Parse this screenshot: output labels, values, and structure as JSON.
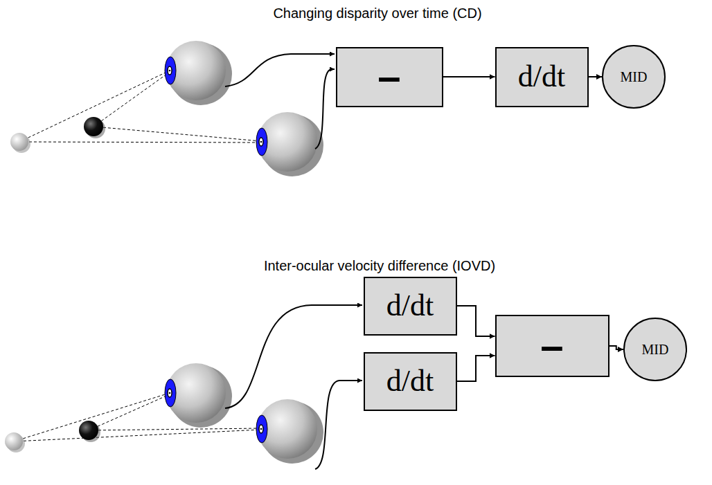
{
  "diagram": {
    "nodes": [
      {
        "text": [
          "–"
        ]
      },
      {
        "text": [
          "d/dt"
        ]
      },
      {
        "text": [
          "MID"
        ]
      },
      {
        "text": [
          "d/dt"
        ]
      },
      {
        "text": [
          "d/dt"
        ]
      },
      {
        "text": [
          "–"
        ]
      },
      {
        "text": [
          "MID"
        ]
      }
    ],
    "edges": [
      {
        "from": 0,
        "to": 1,
        "arrow": "to"
      },
      {
        "from": 1,
        "to": 2,
        "arrow": "to"
      },
      {
        "from": 3,
        "to": 5,
        "arrow": "to"
      },
      {
        "from": 4,
        "to": 5,
        "arrow": "to"
      },
      {
        "from": 5,
        "to": 6,
        "arrow": "to"
      }
    ],
    "labels": [
      "Changing disparity over time (CD)",
      "Inter-ocular velocity difference (IOVD)"
    ]
  }
}
